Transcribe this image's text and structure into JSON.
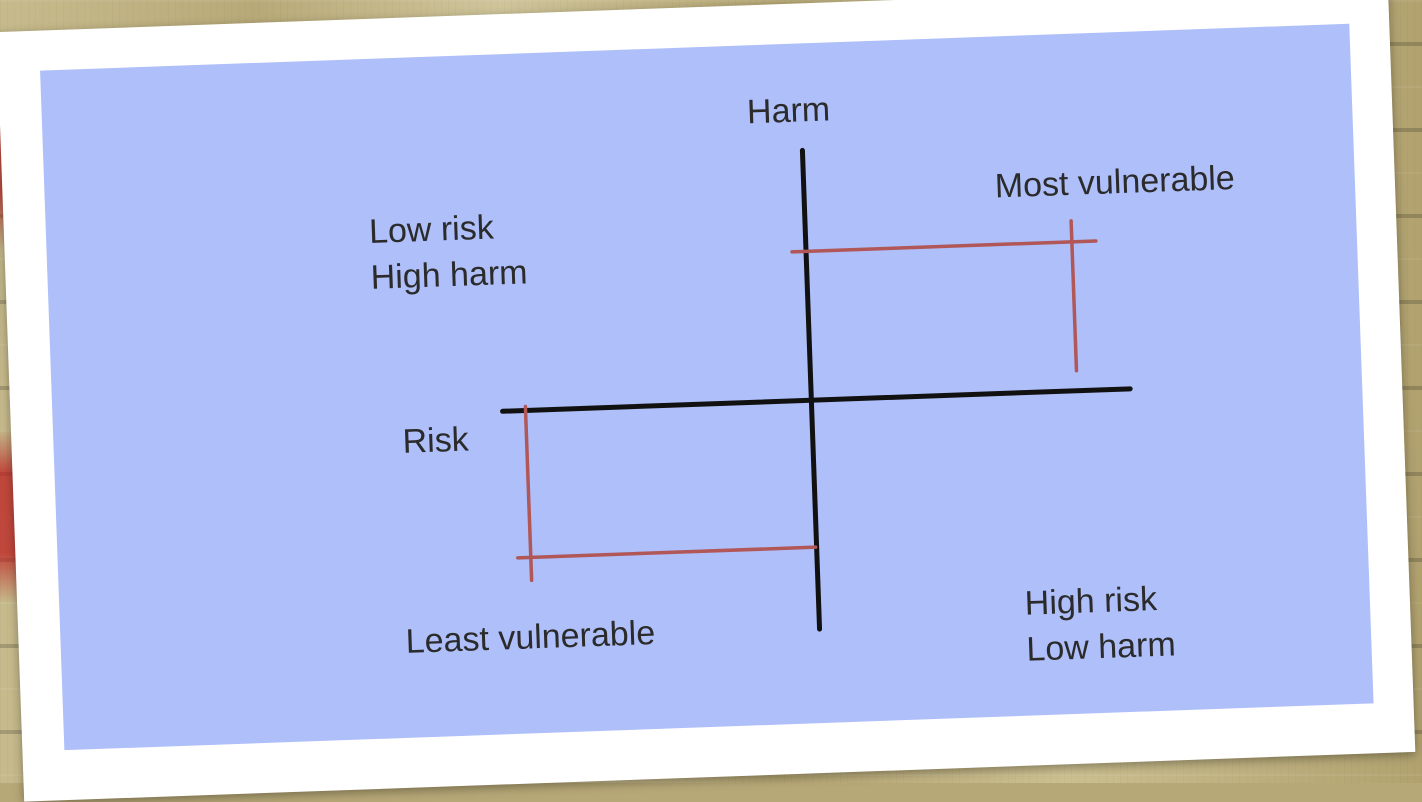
{
  "diagram": {
    "top_label": "Harm",
    "left_label": "Risk",
    "top_left_quadrant": [
      "Low risk",
      "High harm"
    ],
    "top_right_label": "Most vulnerable",
    "bottom_left_label": "Least vulnerable",
    "bottom_right_quadrant": [
      "High risk",
      "Low harm"
    ]
  },
  "colors": {
    "background_panel": "#aebff9",
    "axis_color": "#111111",
    "marker_color": "#b15757"
  }
}
